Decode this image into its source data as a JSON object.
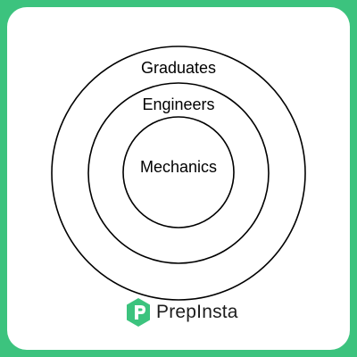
{
  "diagram": {
    "rings": [
      {
        "label": "Graduates"
      },
      {
        "label": "Engineers"
      },
      {
        "label": "Mechanics"
      }
    ]
  },
  "brand": {
    "name": "PrepInsta",
    "icon": "prepinsta-logo-icon"
  },
  "colors": {
    "frame": "#3cc37e",
    "card": "#ffffff",
    "stroke": "#000000",
    "logo": "#3cc37e"
  }
}
